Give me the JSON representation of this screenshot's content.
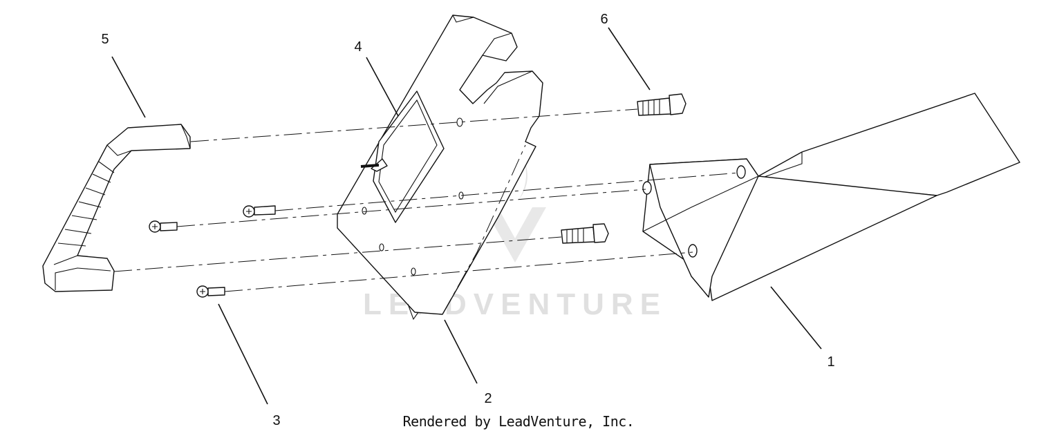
{
  "diagram": {
    "callouts": [
      "1",
      "2",
      "3",
      "4",
      "5",
      "6"
    ],
    "watermark": "LEADVENTURE",
    "credit": "Rendered by LeadVenture, Inc."
  }
}
